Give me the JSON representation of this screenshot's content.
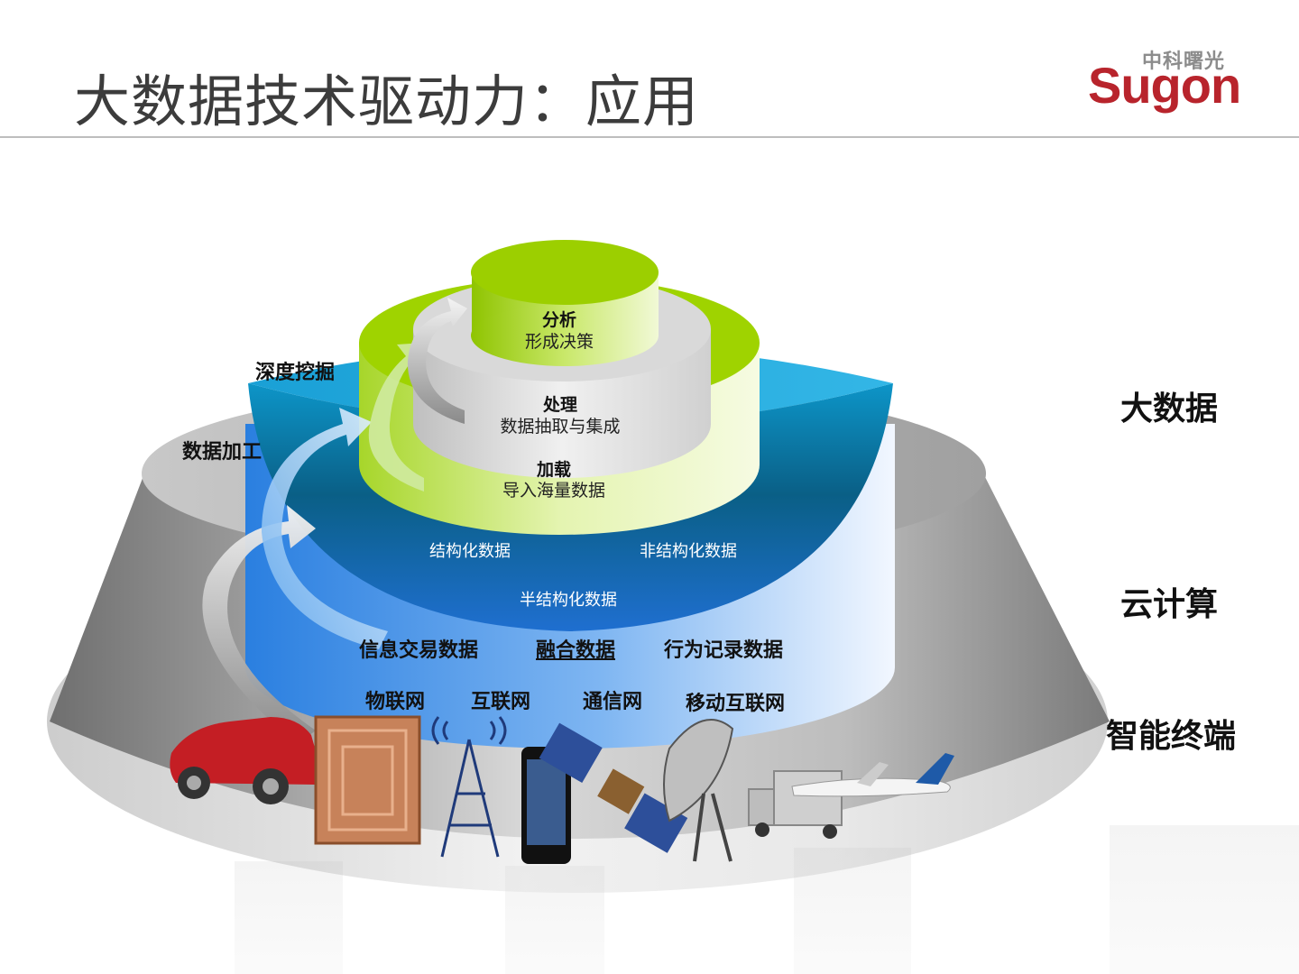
{
  "slide": {
    "title": "大数据技术驱动力：应用",
    "logo": {
      "cn": "中科曙光",
      "en": "Sugon"
    }
  },
  "levels": {
    "big_data": "大数据",
    "cloud": "云计算",
    "terminal": "智能终端"
  },
  "process": {
    "deep_mining": "深度挖掘",
    "data_processing": "数据加工"
  },
  "tiers": {
    "analysis": {
      "title": "分析",
      "sub": "形成决策"
    },
    "processing": {
      "title": "处理",
      "sub": "数据抽取与集成"
    },
    "loading": {
      "title": "加载",
      "sub": "导入海量数据"
    }
  },
  "data_types": {
    "structured": "结构化数据",
    "unstructured": "非结构化数据",
    "semi_structured": "半结构化数据"
  },
  "data_sources": {
    "transaction": "信息交易数据",
    "fused": "融合数据",
    "behavior": "行为记录数据"
  },
  "networks": {
    "iot": "物联网",
    "internet": "互联网",
    "telecom": "通信网",
    "mobile": "移动互联网"
  },
  "colors": {
    "green": "#99cc00",
    "blue": "#1e78c8",
    "teal": "#0a6f98",
    "gray": "#9a9a9a",
    "brand_red": "#b8242c"
  }
}
